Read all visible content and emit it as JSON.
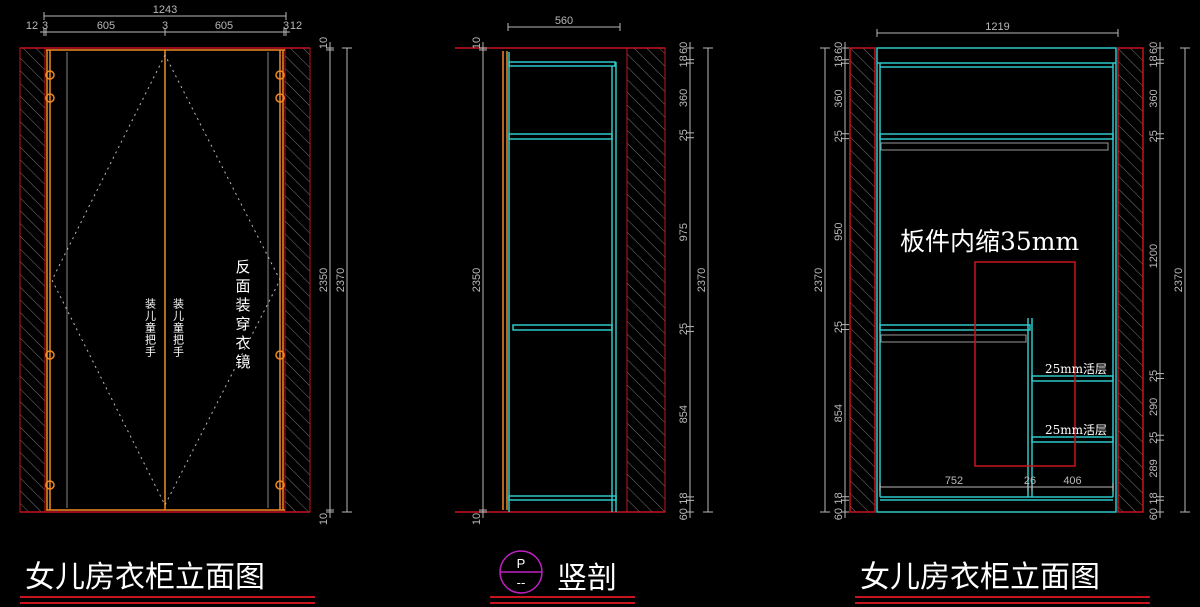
{
  "colors": {
    "wall": "#c8141e",
    "door": "#f08a24",
    "cabinet": "#2ec8c8",
    "dim": "#b8b8b8",
    "symbol": "#c020c0"
  },
  "left_view": {
    "title": "女儿房衣柜立面图",
    "overall_width": "1243",
    "width_parts": [
      "12",
      "3",
      "605",
      "3",
      "605",
      "3",
      "12"
    ],
    "height_chain": [
      "10",
      "2350",
      "10"
    ],
    "total_height": "2370",
    "mirror_note": "反面装穿衣镜",
    "handle_notes": [
      "装儿童把手",
      "装儿童把手"
    ]
  },
  "section_view": {
    "title": "竖剖",
    "symbol_top": "P",
    "symbol_bottom": "--",
    "depth": "560",
    "left_chain": [
      "10",
      "2350",
      "10"
    ],
    "right_chain": [
      "60",
      "18",
      "360",
      "25",
      "975",
      "25",
      "854",
      "18",
      "60"
    ],
    "total_height": "2370"
  },
  "right_view": {
    "title": "女儿房衣柜立面图",
    "overall_width": "1219",
    "left_chain": [
      "60",
      "18",
      "360",
      "25",
      "950",
      "25",
      "854",
      "18",
      "60"
    ],
    "right_chain": [
      "60",
      "18",
      "360",
      "25",
      "1200",
      "25",
      "290",
      "25",
      "289",
      "18",
      "60"
    ],
    "total_height": "2370",
    "inner_note": "板件内缩35mm",
    "shelf_notes": [
      "25mm活层",
      "25mm活层"
    ],
    "bottom_dims": [
      "752",
      "26",
      "406"
    ]
  }
}
